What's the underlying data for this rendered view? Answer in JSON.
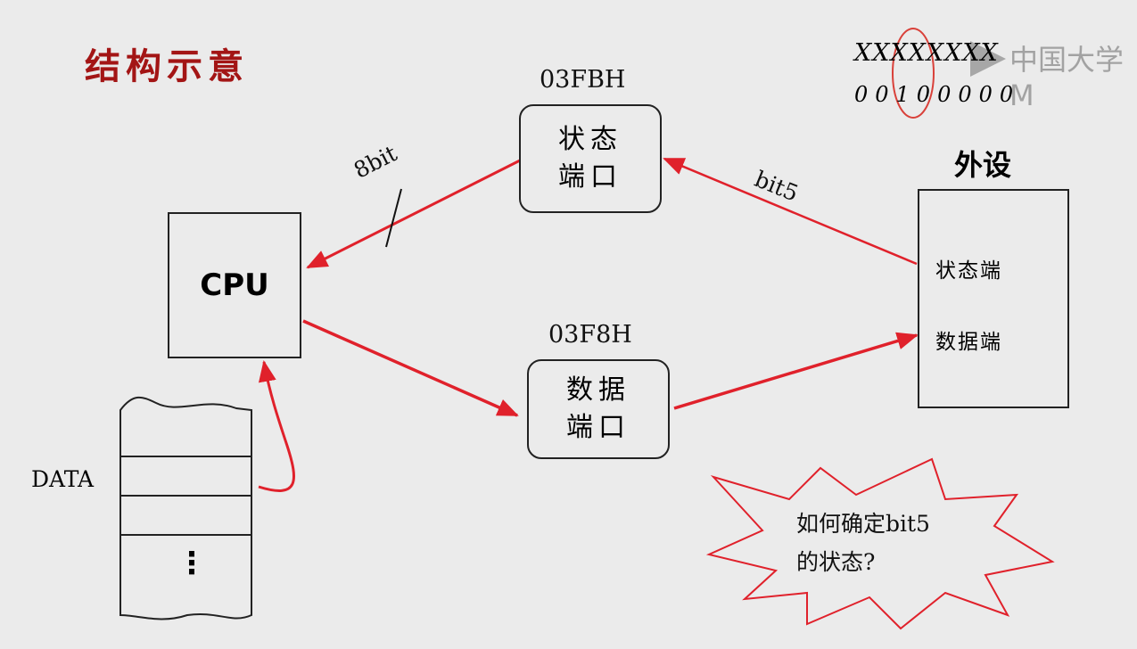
{
  "title": "结构示意",
  "cpu_label": "CPU",
  "status_port": {
    "address": "03FBH",
    "label_line1": "状态",
    "label_line2": "端口"
  },
  "data_port": {
    "address": "03F8H",
    "label_line1": "数据",
    "label_line2": "端口"
  },
  "peripheral": {
    "heading": "外设",
    "status_pin": "状态端",
    "data_pin": "数据端"
  },
  "edge_labels": {
    "bus_width": "8bit",
    "status_bit": "bit5"
  },
  "memory": {
    "label": "DATA",
    "ellipsis": "⋮"
  },
  "bit_pattern": {
    "x_row": "XXXXXXXX",
    "value_row": "00100000"
  },
  "question": {
    "line1": "如何确定bit5",
    "line2": "的状态?"
  },
  "watermark": "中国大学M",
  "colors": {
    "arrow": "#e0212b",
    "title": "#a31515",
    "highlight_ellipse": "#d9413a"
  }
}
